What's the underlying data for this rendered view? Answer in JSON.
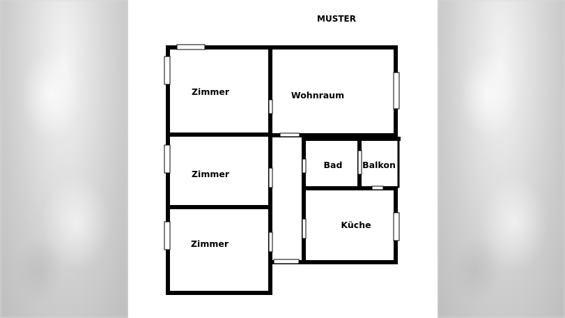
{
  "title": "MUSTER",
  "rooms": {
    "zimmer_top": "Zimmer",
    "zimmer_middle": "Zimmer",
    "zimmer_bottom": "Zimmer",
    "wohnraum": "Wohnraum",
    "bad": "Bad",
    "balkon": "Balkon",
    "kueche": "Küche"
  },
  "colors": {
    "wall": "#000000",
    "background": "#ffffff"
  }
}
